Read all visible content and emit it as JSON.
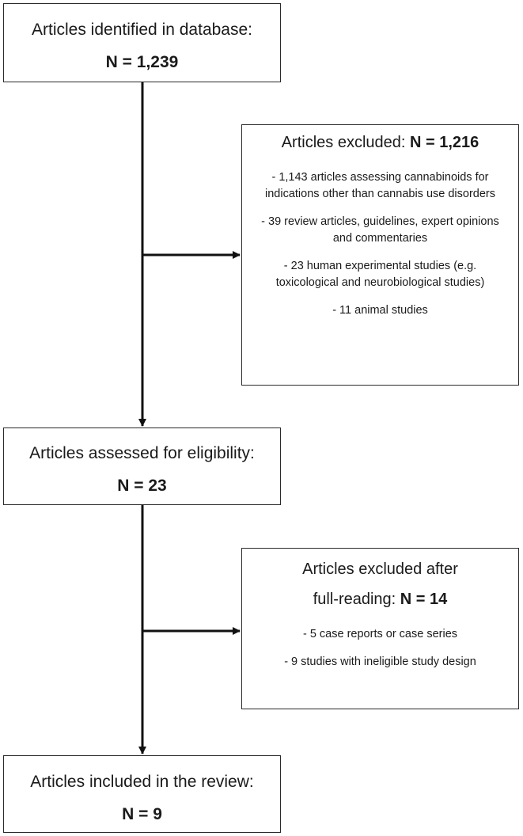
{
  "identified": {
    "title": "Articles identified in database:",
    "count": "N = 1,239"
  },
  "excluded_screening": {
    "title": "Articles excluded: ",
    "count": "N = 1,216",
    "items": [
      "- 1,143  articles assessing cannabinoids for indications other than cannabis use disorders",
      "- 39 review articles, guidelines, expert opinions and commentaries",
      "- 23 human experimental studies (e.g. toxicological and neurobiological studies)",
      "- 11 animal studies"
    ]
  },
  "eligibility": {
    "title": "Articles assessed for eligibility:",
    "count": "N = 23"
  },
  "excluded_fulltext": {
    "title_line1": "Articles excluded after",
    "title_line2": "full-reading: ",
    "count": "N = 14",
    "items": [
      "- 5 case reports or case series",
      "- 9 studies with ineligible study design"
    ]
  },
  "included": {
    "title": "Articles included in the review:",
    "count": "N = 9"
  }
}
